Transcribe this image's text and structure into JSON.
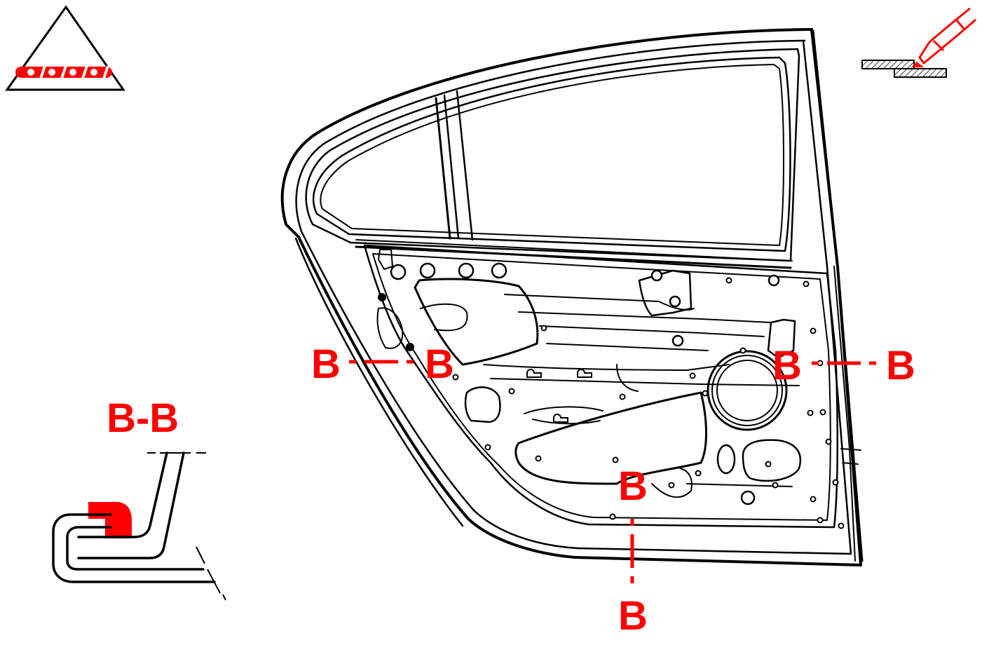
{
  "colors": {
    "accent": "#ff0000",
    "line": "#000000",
    "background": "#ffffff"
  },
  "icons": {
    "warning": "warning-triangle-sealant-icon",
    "applicator": "sealant-applicator-icon"
  },
  "section": {
    "title": "B-B"
  },
  "labels": {
    "cut_left_start": "B",
    "cut_left_end": "B",
    "cut_right_start": "B",
    "cut_right_end": "B",
    "cut_bottom_start": "B",
    "cut_bottom_end": "B"
  }
}
